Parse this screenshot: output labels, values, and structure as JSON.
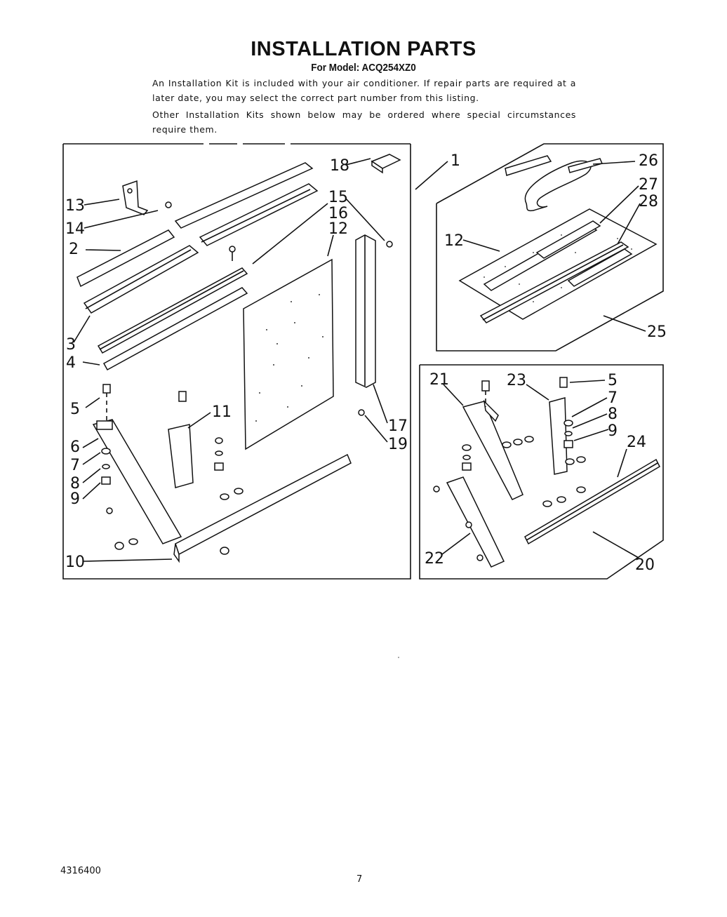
{
  "header": {
    "title": "INSTALLATION PARTS",
    "subtitle": "For Model: ACQ254XZ0"
  },
  "intro": {
    "paragraph_1": "An Installation Kit is included with your air conditioner. If repair parts are required at a later date, you may select the correct part number from this listing.",
    "paragraph_2": "Other Installation Kits shown below may be ordered where special circumstances require them."
  },
  "diagram": {
    "main_kit_callouts": [
      "1",
      "2",
      "3",
      "4",
      "5",
      "6",
      "7",
      "8",
      "9",
      "10",
      "11",
      "12",
      "13",
      "14",
      "15",
      "16",
      "17",
      "18",
      "19"
    ],
    "foam_kit_callouts": [
      "12",
      "25",
      "26",
      "27",
      "28"
    ],
    "bracket_kit_callouts": [
      "5",
      "7",
      "8",
      "9",
      "20",
      "21",
      "22",
      "23",
      "24"
    ]
  },
  "footer": {
    "doc_number": "4316400",
    "page_number": "7"
  }
}
